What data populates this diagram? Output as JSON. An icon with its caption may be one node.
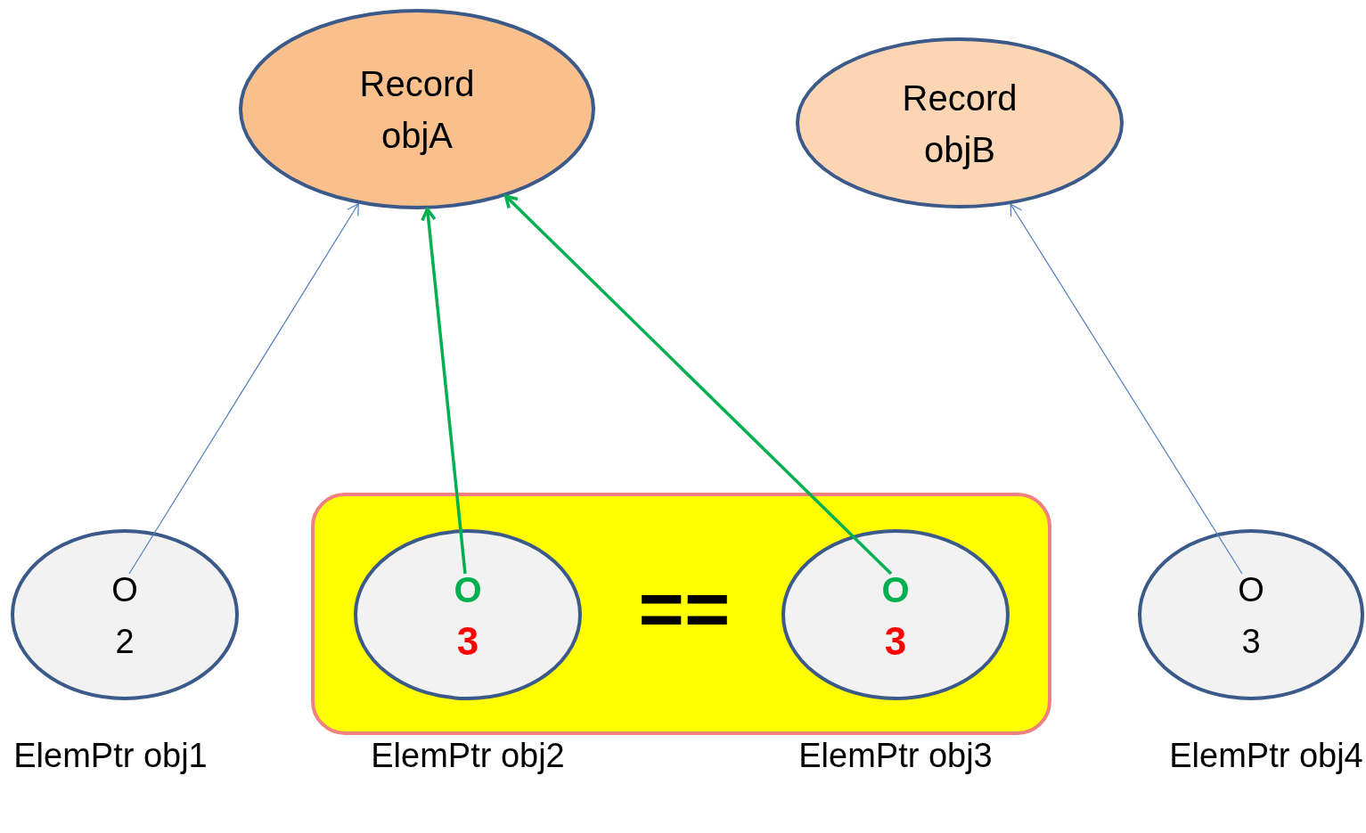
{
  "diagram": {
    "nodes": [
      {
        "text": [
          "Record",
          "objA"
        ]
      },
      {
        "text": [
          "Record",
          "objB"
        ]
      },
      {
        "text": [
          "O",
          "2"
        ],
        "beside": [
          "ElemPtr obj1"
        ]
      },
      {
        "text": [
          "=="
        ]
      },
      {
        "text": [
          "O",
          "3"
        ],
        "in": 3,
        "beside": [
          "ElemPtr obj2"
        ]
      },
      {
        "text": [
          "O",
          "3"
        ],
        "in": 3,
        "beside": [
          "ElemPtr obj3"
        ]
      },
      {
        "text": [
          "O",
          "3"
        ],
        "beside": [
          "ElemPtr obj4"
        ]
      }
    ],
    "edges": [
      {
        "from": 2,
        "to": 0,
        "arrow": "to",
        "color": "#4f81bd"
      },
      {
        "from": 4,
        "to": 0,
        "arrow": "to",
        "style": "thick",
        "color": "#00b050"
      },
      {
        "from": 5,
        "to": 0,
        "arrow": "to",
        "style": "thick",
        "color": "#00b050"
      },
      {
        "from": 6,
        "to": 1,
        "arrow": "to",
        "color": "#4f81bd"
      }
    ]
  }
}
